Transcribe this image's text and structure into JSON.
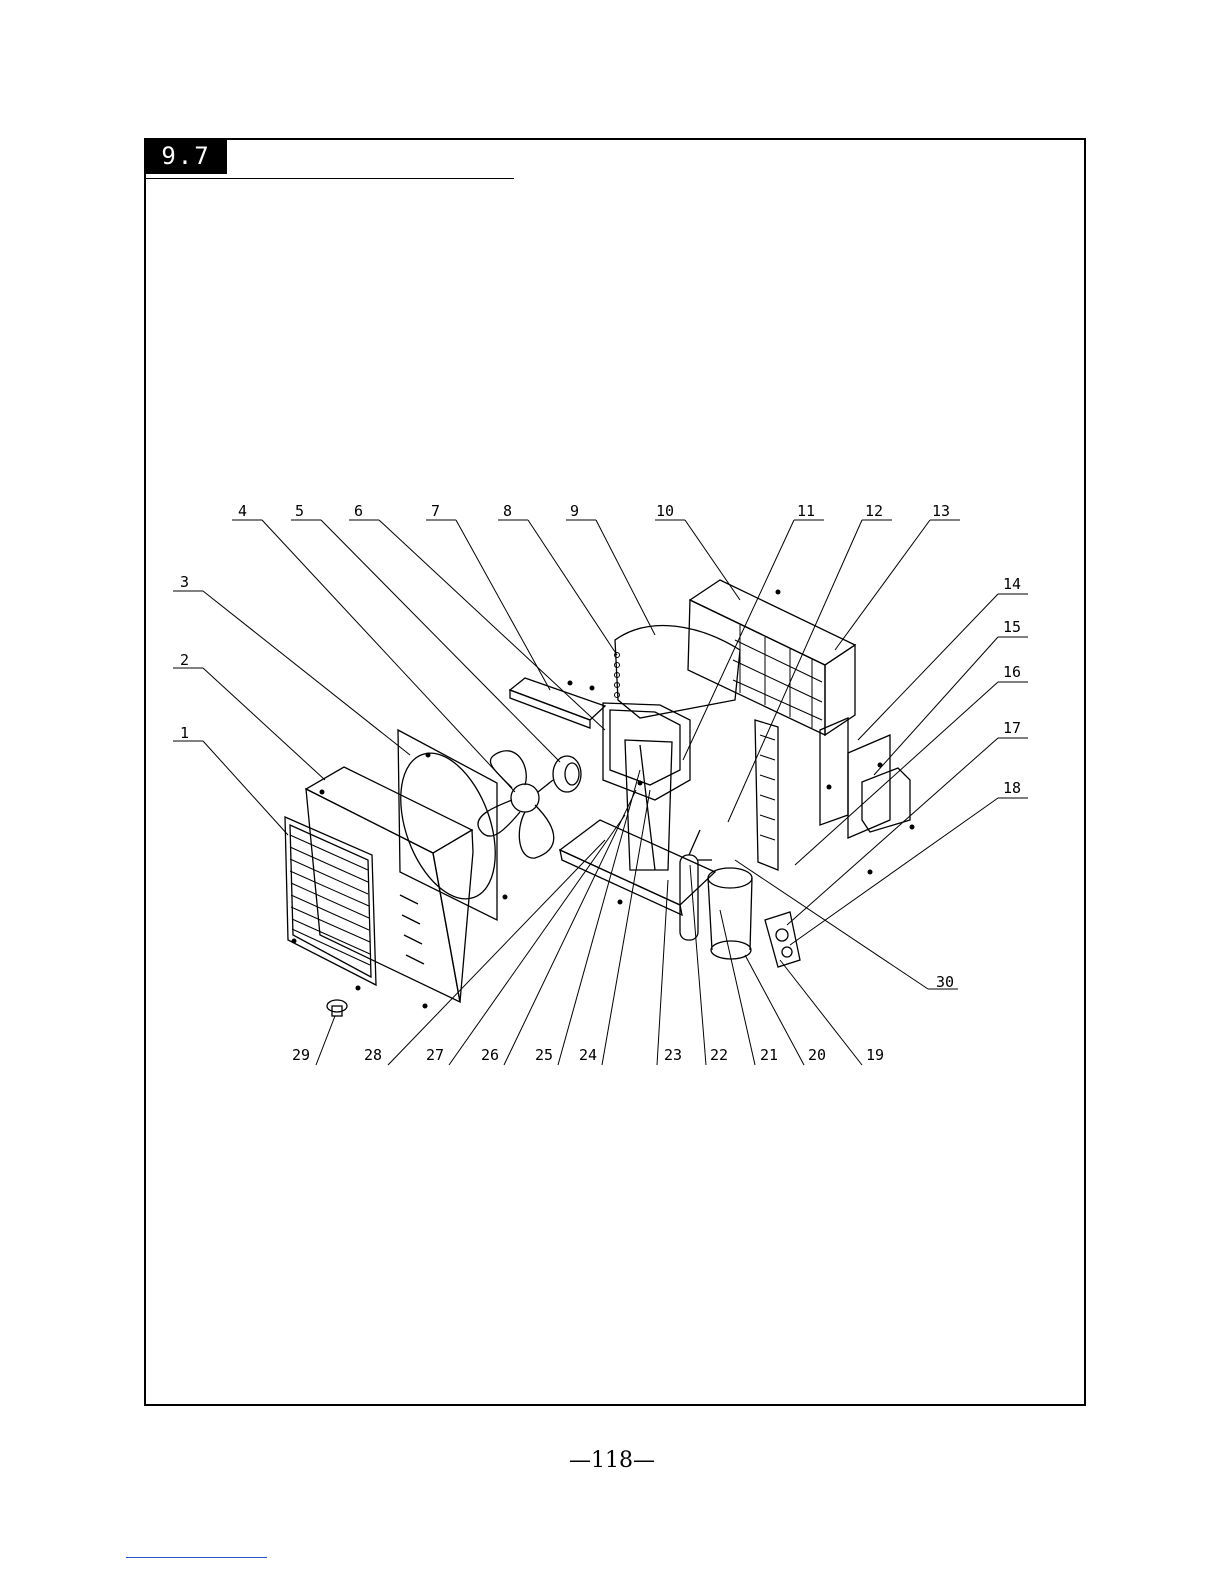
{
  "section": {
    "number": "9.7"
  },
  "diagram": {
    "part_labels": [
      "1",
      "2",
      "3",
      "4",
      "5",
      "6",
      "7",
      "8",
      "9",
      "10",
      "11",
      "12",
      "13",
      "14",
      "15",
      "16",
      "17",
      "18",
      "19",
      "20",
      "21",
      "22",
      "23",
      "24",
      "25",
      "26",
      "27",
      "28",
      "29",
      "30"
    ]
  },
  "footer": {
    "page_number": "—118—"
  }
}
